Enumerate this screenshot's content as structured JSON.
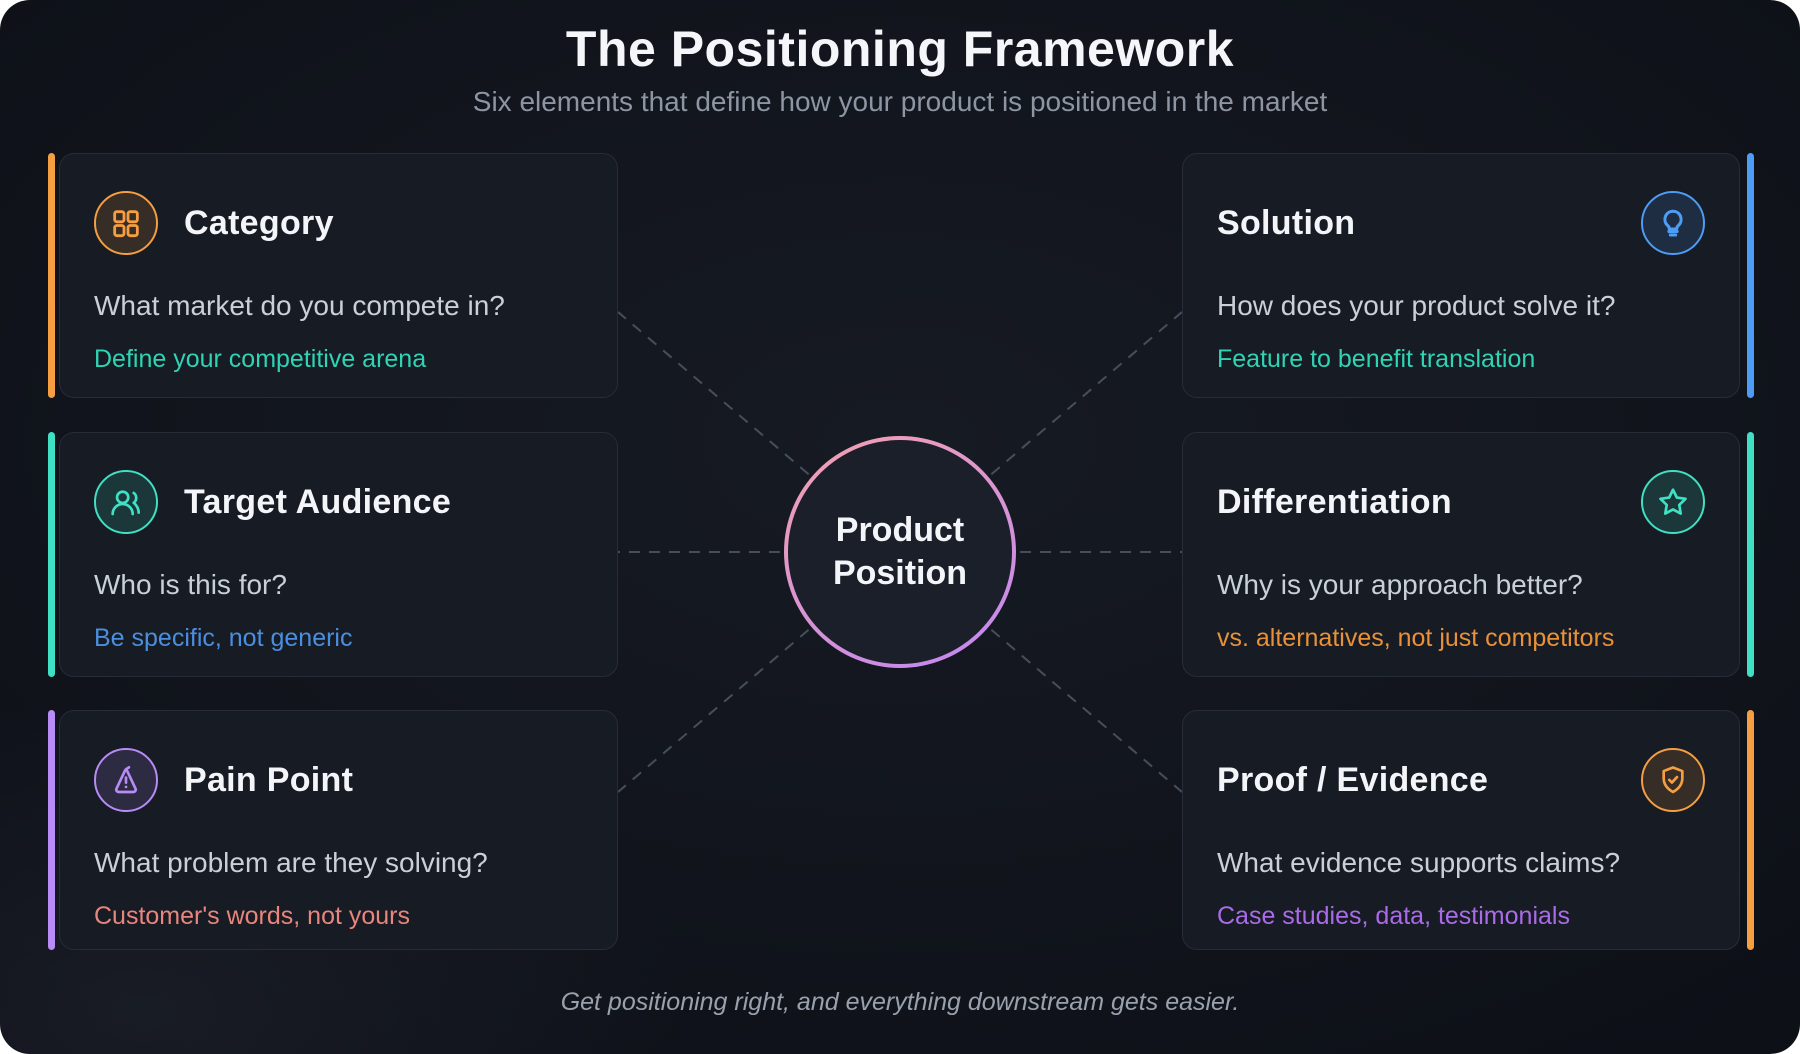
{
  "page": {
    "title": "The Positioning Framework",
    "subtitle": "Six elements that define how your product is positioned in the market",
    "footer": "Get positioning right, and everything downstream gets easier."
  },
  "center": {
    "line1": "Product",
    "line2": "Position",
    "ring_gradient_start": "#f09fb4",
    "ring_gradient_end": "#c489ee"
  },
  "connector_color": "#505866",
  "cards": [
    {
      "id": "category",
      "column": "left",
      "title": "Category",
      "question": "What market do you compete in?",
      "note": "Define your competitive arena",
      "accent_color": "#f59e42",
      "note_color": "#2fd4b5",
      "icon": "grid-icon"
    },
    {
      "id": "target-audience",
      "column": "left",
      "title": "Target Audience",
      "question": "Who is this for?",
      "note": "Be specific, not generic",
      "accent_color": "#40e0c4",
      "note_color": "#4a8ee0",
      "icon": "users-icon"
    },
    {
      "id": "pain-point",
      "column": "left",
      "title": "Pain Point",
      "question": "What problem are they solving?",
      "note": "Customer's words, not yours",
      "accent_color": "#b78cf7",
      "note_color": "#e8857c",
      "icon": "flask-alert-icon"
    },
    {
      "id": "solution",
      "column": "right",
      "title": "Solution",
      "question": "How does your product solve it?",
      "note": "Feature to benefit translation",
      "accent_color": "#4d9cf5",
      "note_color": "#2fd4b5",
      "icon": "lightbulb-icon"
    },
    {
      "id": "differentiation",
      "column": "right",
      "title": "Differentiation",
      "question": "Why is your approach better?",
      "note": "vs. alternatives, not just competitors",
      "accent_color": "#40e0c4",
      "note_color": "#e89138",
      "icon": "star-icon"
    },
    {
      "id": "proof-evidence",
      "column": "right",
      "title": "Proof / Evidence",
      "question": "What evidence supports claims?",
      "note": "Case studies, data, testimonials",
      "accent_color": "#f59e42",
      "note_color": "#ab6be8",
      "icon": "shield-check-icon"
    }
  ]
}
